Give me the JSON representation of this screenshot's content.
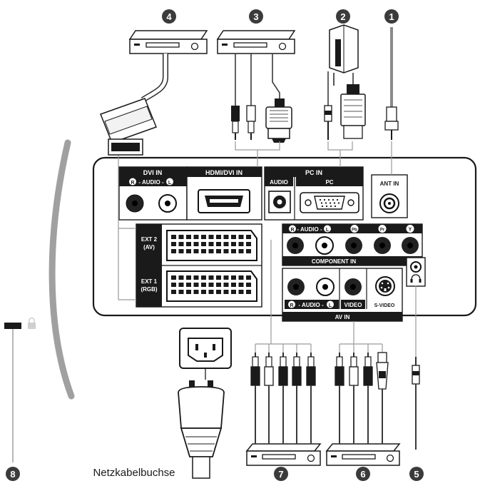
{
  "markers": {
    "m1": "1",
    "m2": "2",
    "m3": "3",
    "m4": "4",
    "m5": "5",
    "m6": "6",
    "m7": "7",
    "m8": "8"
  },
  "panel": {
    "dvi_in": "DVI IN",
    "hdmi_dvi_in": "HDMI/DVI IN",
    "pc_in": "PC IN",
    "audio": "AUDIO",
    "pc": "PC",
    "ant_in": "ANT IN",
    "ext2": "EXT 2",
    "ext2_sub": "(AV)",
    "ext1": "EXT 1",
    "ext1_sub": "(RGB)",
    "audio_lr_left": "R",
    "audio_lr_text": "- AUDIO -",
    "audio_lr_right": "L",
    "pb": "Pb",
    "pr": "Pr",
    "y": "Y",
    "component_in": "COMPONENT IN",
    "video": "VIDEO",
    "s_video": "S-VIDEO",
    "av_in": "AV IN"
  },
  "captions": {
    "power_socket": "Netzkabelbuchse"
  },
  "colors": {
    "panel_dark": "#1a1a1a",
    "marker": "#3b3b3b",
    "tv_arc": "#9e9e9e"
  }
}
